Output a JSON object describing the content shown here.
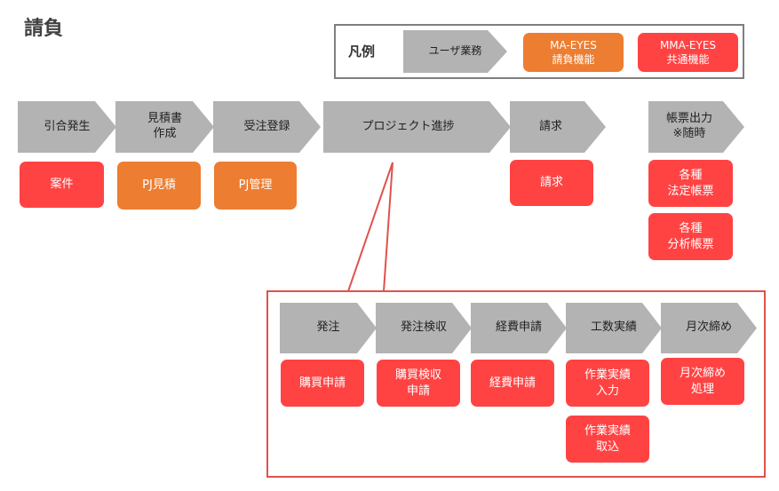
{
  "title": "請負",
  "legend": {
    "label": "凡例",
    "user_task": "ユーザ業務",
    "ma_eyes": "MA-EYES\n請負機能",
    "mma_eyes": "MMA-EYES\n共通機能"
  },
  "colors": {
    "gray": "#b3b3b3",
    "red": "#ff4343",
    "orange": "#ed7d31",
    "frame": "#e0524d"
  },
  "flow": [
    {
      "step": "引合発生",
      "functions": [
        {
          "label": "案件",
          "type": "mma"
        }
      ]
    },
    {
      "step": "見積書\n作成",
      "functions": [
        {
          "label": "PJ見積",
          "type": "ma"
        }
      ]
    },
    {
      "step": "受注登録",
      "functions": [
        {
          "label": "PJ管理",
          "type": "ma"
        }
      ]
    },
    {
      "step": "プロジェクト進捗",
      "functions": []
    },
    {
      "step": "請求",
      "functions": [
        {
          "label": "請求",
          "type": "mma"
        }
      ]
    },
    {
      "step": "帳票出力\n※随時",
      "functions": [
        {
          "label": "各種\n法定帳票",
          "type": "mma"
        },
        {
          "label": "各種\n分析帳票",
          "type": "mma"
        }
      ]
    }
  ],
  "detail_flow": [
    {
      "step": "発注",
      "functions": [
        {
          "label": "購買申請",
          "type": "mma"
        }
      ]
    },
    {
      "step": "発注検収",
      "functions": [
        {
          "label": "購買検収\n申請",
          "type": "mma"
        }
      ]
    },
    {
      "step": "経費申請",
      "functions": [
        {
          "label": "経費申請",
          "type": "mma"
        }
      ]
    },
    {
      "step": "工数実績",
      "functions": [
        {
          "label": "作業実績\n入力",
          "type": "mma"
        },
        {
          "label": "作業実績\n取込",
          "type": "mma"
        }
      ]
    },
    {
      "step": "月次締め",
      "functions": [
        {
          "label": "月次締め\n処理",
          "type": "mma"
        }
      ]
    }
  ]
}
